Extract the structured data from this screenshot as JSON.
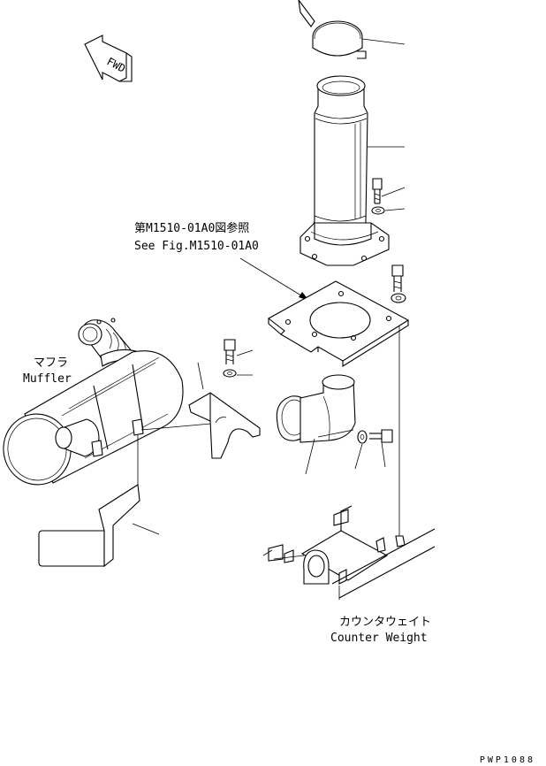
{
  "diagram": {
    "direction_label": "FWD",
    "reference": {
      "line_jp": "第M1510-01A0図参照",
      "line_en": "See Fig.M1510-01A0"
    },
    "muffler": {
      "label_jp": "マフラ",
      "label_en": "Muffler"
    },
    "counterweight": {
      "label_jp": "カウンタウェイト",
      "label_en": "Counter Weight"
    },
    "drawing_code": "PWP1088"
  }
}
